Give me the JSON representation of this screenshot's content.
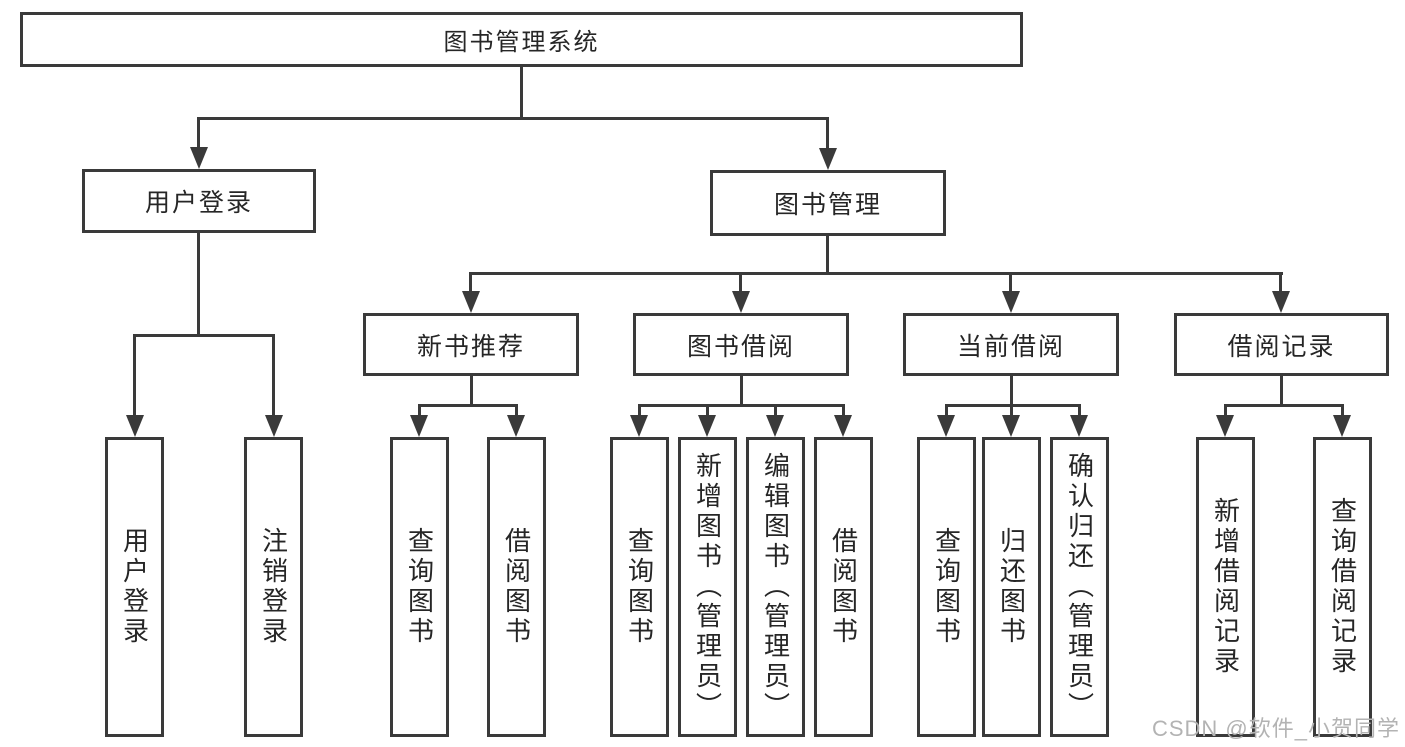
{
  "diagram": {
    "root": {
      "label": "图书管理系统"
    },
    "user_branch": {
      "label": "用户登录",
      "children": [
        {
          "label": "用户登录"
        },
        {
          "label": "注销登录"
        }
      ]
    },
    "mgmt_branch": {
      "label": "图书管理",
      "sections": [
        {
          "label": "新书推荐",
          "children": [
            {
              "label": "查询图书"
            },
            {
              "label": "借阅图书"
            }
          ]
        },
        {
          "label": "图书借阅",
          "children": [
            {
              "label": "查询图书"
            },
            {
              "label": "新增图书（管理员）"
            },
            {
              "label": "编辑图书（管理员）"
            },
            {
              "label": "借阅图书"
            }
          ]
        },
        {
          "label": "当前借阅",
          "children": [
            {
              "label": "查询图书"
            },
            {
              "label": "归还图书"
            },
            {
              "label": "确认归还（管理员）"
            }
          ]
        },
        {
          "label": "借阅记录",
          "children": [
            {
              "label": "新增借阅记录"
            },
            {
              "label": "查询借阅记录"
            }
          ]
        }
      ]
    }
  },
  "watermark": {
    "text": "CSDN @软件_小贺同学",
    "color": "#b3b3b3"
  },
  "colors": {
    "line": "#3a3a3a",
    "box_border": "#3a3a3a",
    "box_fill": "#ffffff",
    "text": "#262626",
    "background": "#ffffff"
  }
}
